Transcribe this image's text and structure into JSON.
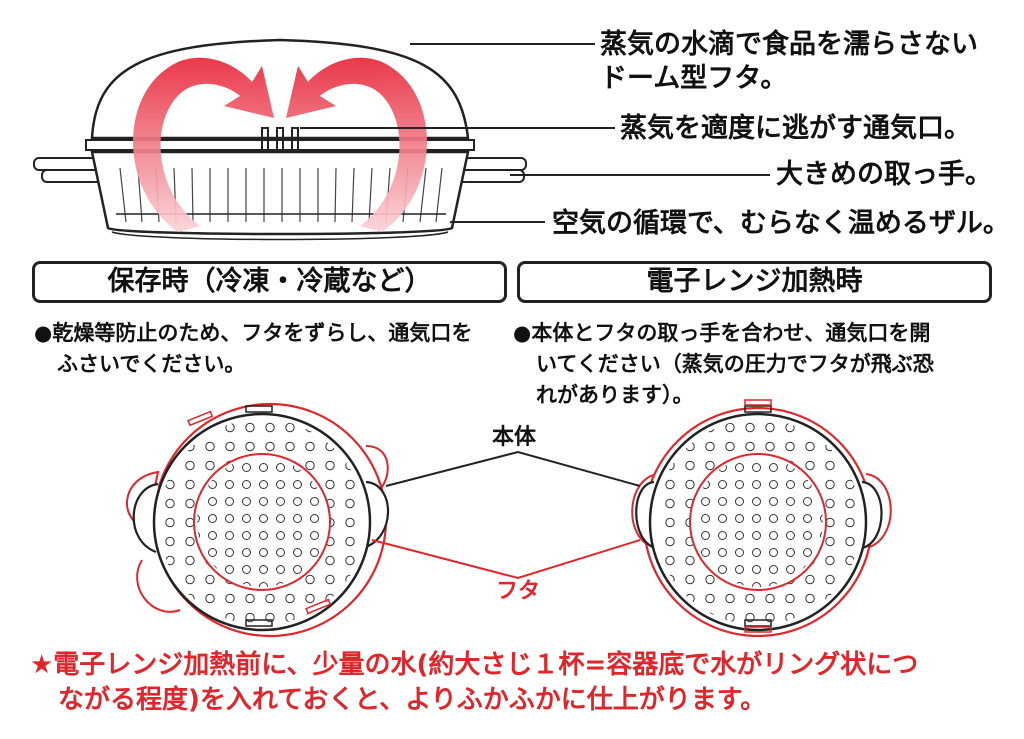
{
  "callouts": {
    "dome_lid_line1": "蒸気の水滴で食品を濡らさない",
    "dome_lid_line2": "ドーム型フタ。",
    "vent": "蒸気を適度に逃がす通気口。",
    "handle": "大きめの取っ手。",
    "colander": "空気の循環で、むらなく温めるザル。"
  },
  "modes": {
    "storage": {
      "title": "保存時（冷凍・冷蔵など）",
      "note_line1": "●乾燥等防止のため、フタをずらし、通気口を",
      "note_line2": "ふさいでください。"
    },
    "microwave": {
      "title": "電子レンジ加熱時",
      "note_line1": "●本体とフタの取っ手を合わせ、通気口を開",
      "note_line2": "いてください（蒸気の圧力でフタが飛ぶ恐",
      "note_line3": "れがあります）。"
    }
  },
  "parts": {
    "body": "本体",
    "lid": "フタ"
  },
  "tip": {
    "line1": "★電子レンジ加熱前に、少量の水(約大さじ１杯=容器底で水がリング状につ",
    "line2": "ながる程度)を入れておくと、よりふかふかに仕上がります。"
  },
  "colors": {
    "accent_red": "#e0262b",
    "line": "#222222",
    "arrow_gradient_start": "#e8283a",
    "arrow_gradient_end": "#fbd3d8"
  }
}
